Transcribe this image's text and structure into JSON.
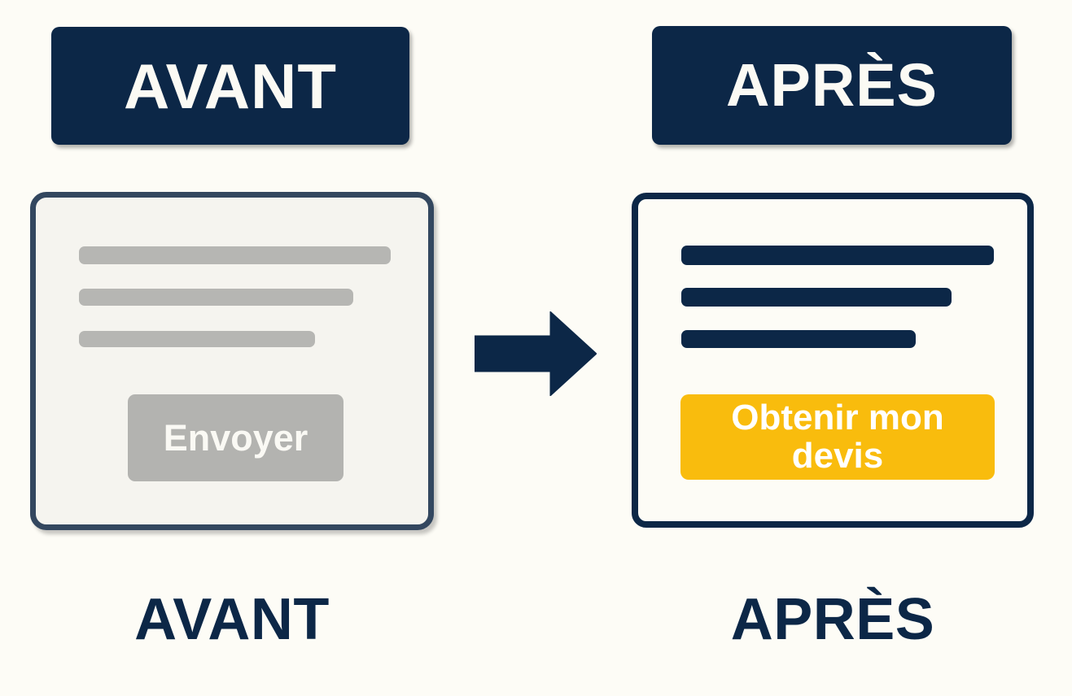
{
  "page": {
    "background_color": "#FDFCF6",
    "navy": "#0C2747",
    "slate_border": "#33475F",
    "gray": "#B6B6B3",
    "yellow": "#F9BC0D",
    "white_text": "#FBFAF4"
  },
  "before": {
    "badge_label": "AVANT",
    "caption_label": "AVANT",
    "card": {
      "placeholder_lines": 3,
      "button_label": "Envoyer",
      "button_color": "#B3B3B0",
      "button_text_color": "#FAF9F4",
      "card_background": "#F5F4EF",
      "card_border_color": "#33475F",
      "line_color": "#B6B6B3"
    }
  },
  "after": {
    "badge_label": "APRÈS",
    "caption_label": "APRÈS",
    "card": {
      "placeholder_lines": 3,
      "button_label": "Obtenir mon devis",
      "button_color": "#F9BC0D",
      "button_text_color": "#FFFFFF",
      "card_background": "#FDFCF6",
      "card_border_color": "#0C2747",
      "line_color": "#0C2747"
    }
  },
  "arrow": {
    "direction": "right",
    "color": "#0C2747",
    "name": "right-arrow"
  }
}
